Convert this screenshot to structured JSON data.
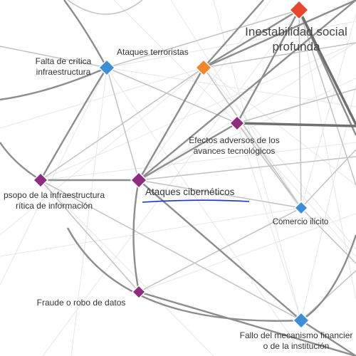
{
  "colors": {
    "purple": "#8e2c82",
    "blue": "#3b8fd6",
    "orange": "#f2862a",
    "red": "#e8452d",
    "annotation": "#1a2fd6",
    "edge_strong": "#8d8d8d",
    "edge_medium": "#c2c2c2",
    "edge_faint": "#e6e6e6"
  },
  "nodes": {
    "inestabilidad": {
      "label_line1": "Inestabilidad social",
      "label_line2": "profunda",
      "color": "red"
    },
    "terroristas": {
      "label": "Ataques terroristas",
      "color": "orange"
    },
    "falta": {
      "label_line1": "Falta de crítica",
      "label_line2": "infraestructura",
      "color": "blue"
    },
    "efectos": {
      "label_line1": "Efectos adversos de los",
      "label_line2": "avances tecnológicos",
      "color": "purple"
    },
    "colapso": {
      "label_line1": "psopo de la infraestructura",
      "label_line2": "rítica de información",
      "color": "purple"
    },
    "ciberneticos": {
      "label": "Ataques cibernéticos",
      "color": "purple"
    },
    "comercio": {
      "label": "Comercio ilícito",
      "color": "blue"
    },
    "fraude": {
      "label": "Fraude o robo de datos",
      "color": "purple"
    },
    "fallo": {
      "label_line1": "Fallo del mecanismo financier",
      "label_line2": "o de la institución",
      "color": "blue"
    }
  }
}
